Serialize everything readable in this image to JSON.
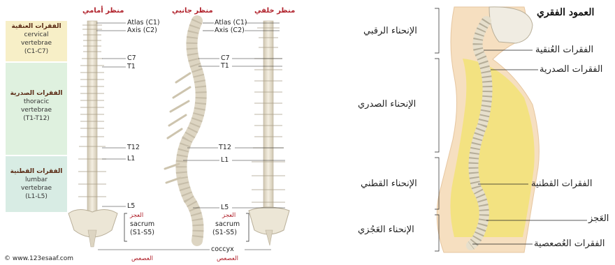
{
  "left_panel": {
    "view_titles": {
      "front": "منظر أمامي",
      "side": "منظر جانبي",
      "back": "منظر خلفي"
    },
    "bands": [
      {
        "arabic": "الفقرات العنقية",
        "lines": [
          "cervical",
          "vertebrae",
          "(C1-C7)"
        ],
        "color": "#f7efc7"
      },
      {
        "arabic": "الفقرات الصدرية",
        "lines": [
          "thoracic",
          "vertebrae",
          "(T1-T12)"
        ],
        "color": "#dff1df"
      },
      {
        "arabic": "الفقرات القطنية",
        "lines": [
          "lumbar",
          "vertebrae",
          "(L1-L5)"
        ],
        "color": "#d8ece4"
      }
    ],
    "markers_mid": [
      "Atlas (C1)",
      "Axis (C2)",
      "C7",
      "T1",
      "T12",
      "L1",
      "L5"
    ],
    "markers_left": [
      "C7",
      "T1",
      "T12",
      "L1",
      "L5"
    ],
    "sacrum": {
      "arabic": "العجز",
      "en": "sacrum",
      "range": "(S1-S5)"
    },
    "coccyx": {
      "en": "coccyx",
      "arabic": "العصعص"
    },
    "credit": "© www.123esaaf.com"
  },
  "right_panel": {
    "title": "العمود الفقري",
    "curves": [
      "الإنحناء الرقبي",
      "الإنحناء الصدري",
      "الإنحناء القطني",
      "الإنحناء العَجُزي"
    ],
    "labels": [
      "الفقرات العُنقية",
      "الفقرات الصدرية",
      "الفقرات القطنية",
      "العَجز",
      "الفقرات العُصعصية"
    ]
  },
  "colors": {
    "bone": "#ece6d6",
    "bone_edge": "#b8ae98",
    "body_yellow": "#f3e27a",
    "skin": "#f6dfc0",
    "red_title": "#b0202a"
  }
}
